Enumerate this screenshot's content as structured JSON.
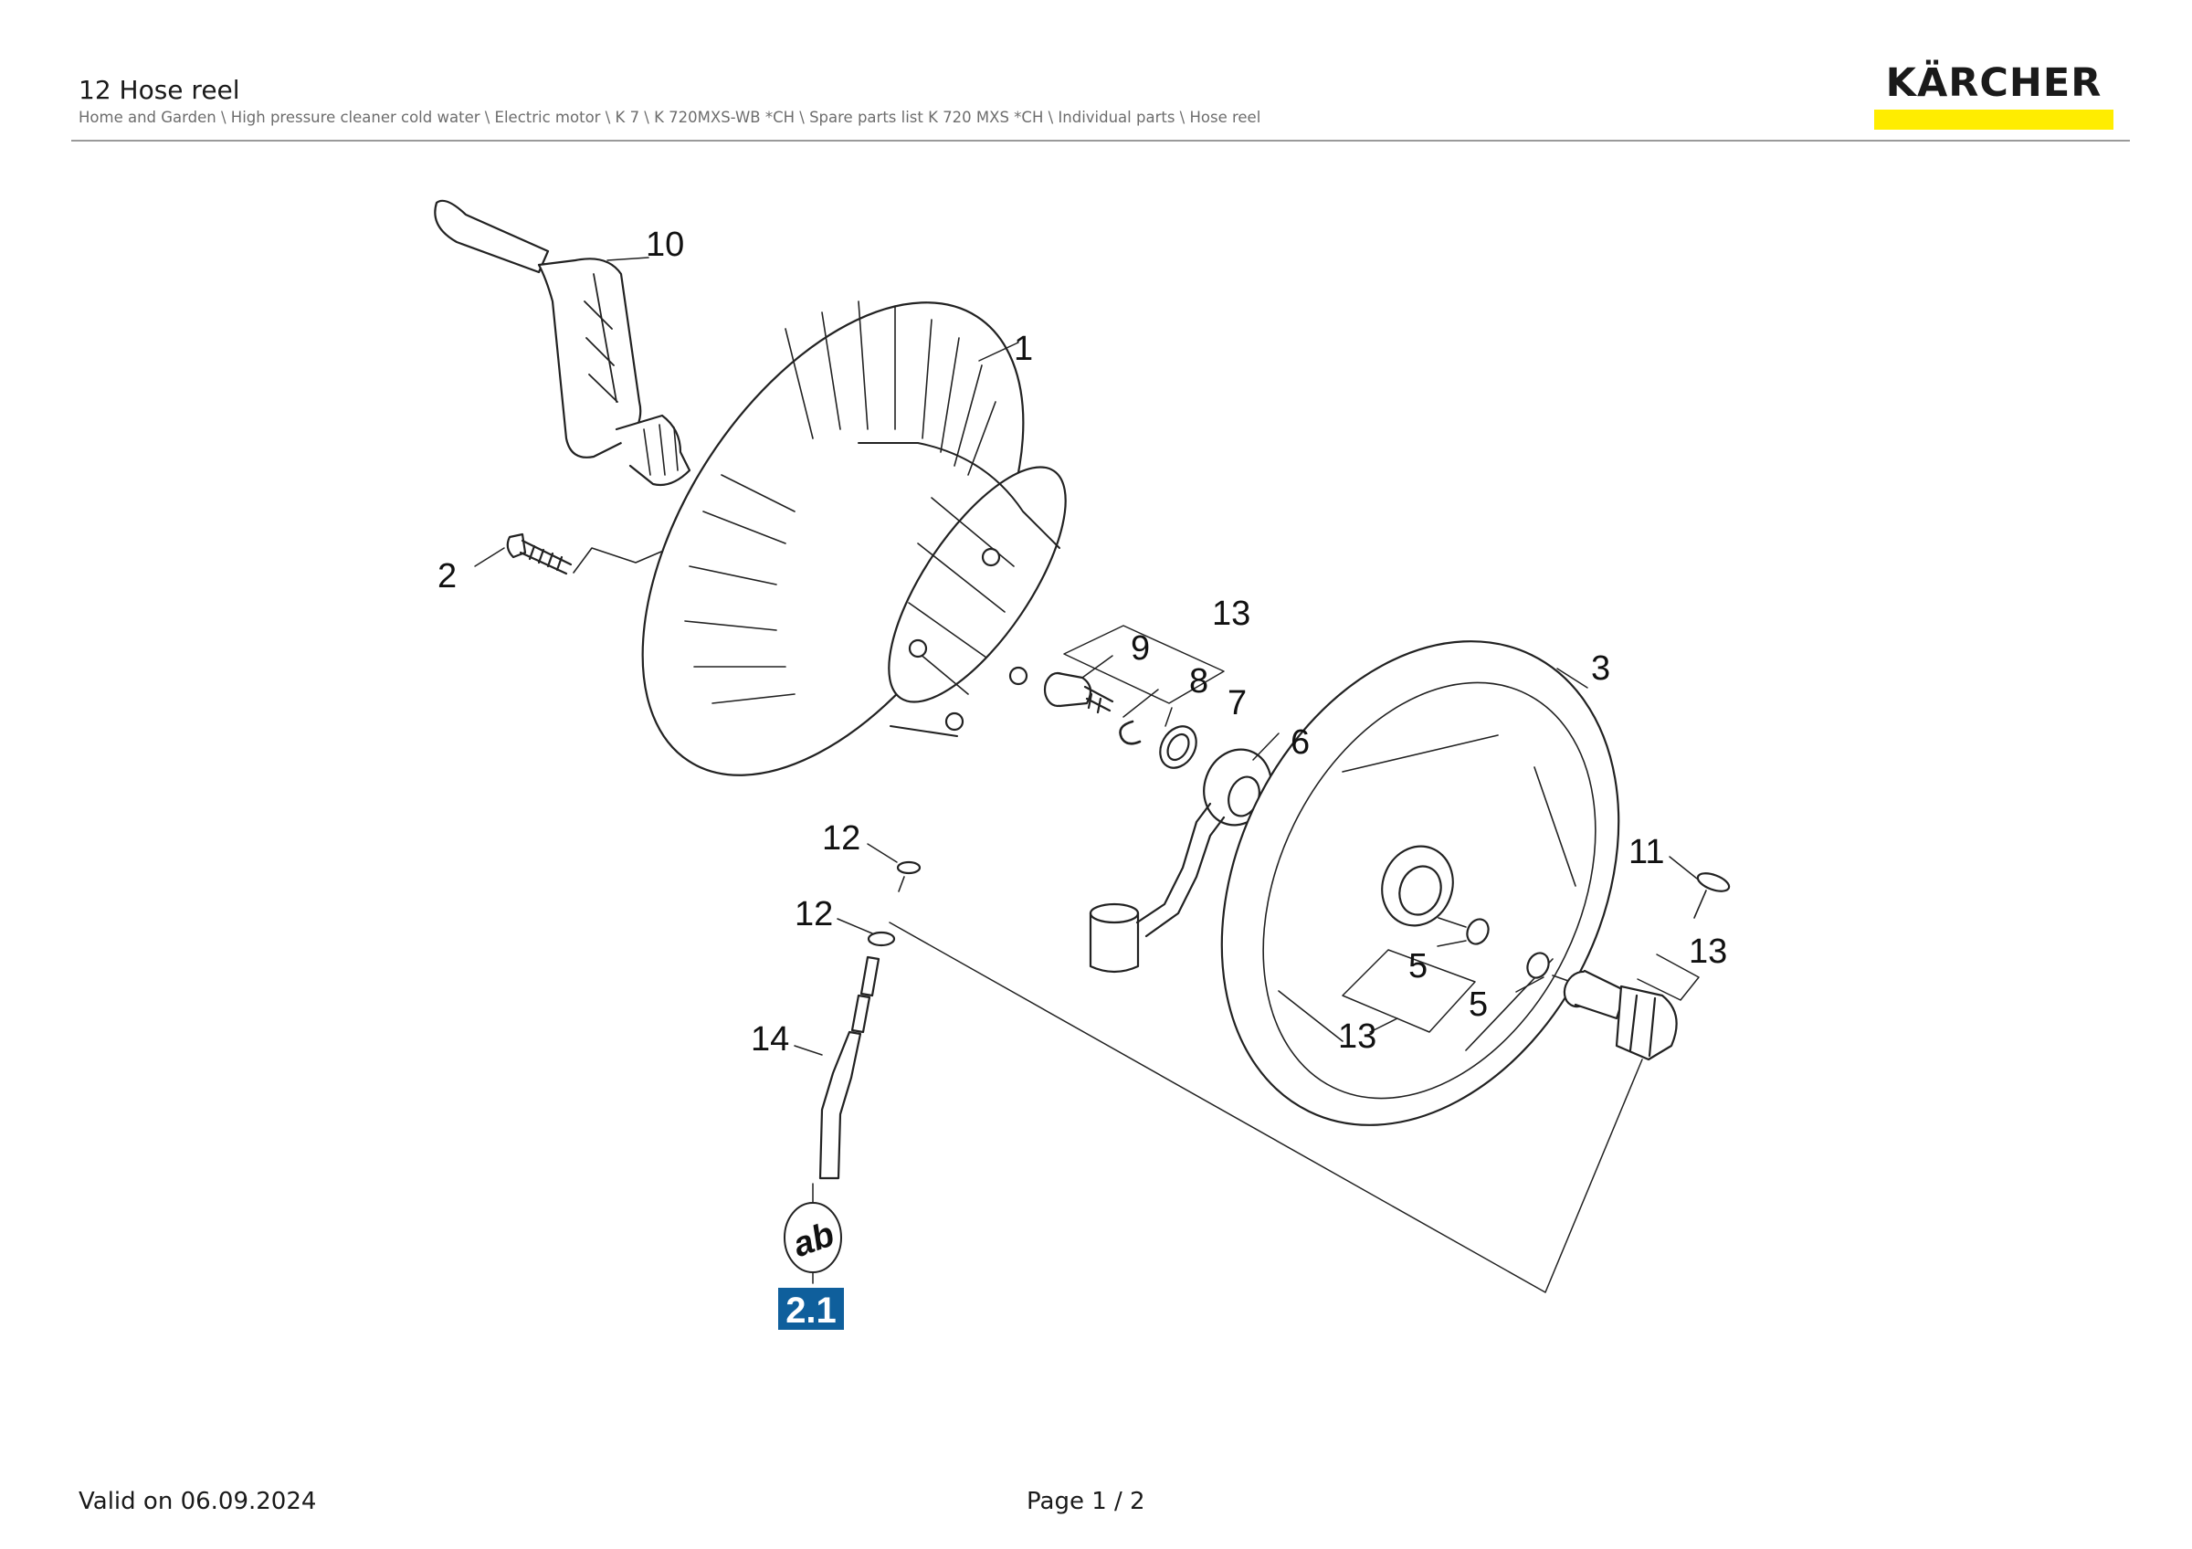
{
  "header": {
    "title": "12 Hose reel",
    "breadcrumb": "Home and Garden \\ High pressure cleaner cold water \\ Electric motor \\ K 7 \\ K 720MXS-WB *CH \\ Spare parts list K 720 MXS *CH \\ Individual parts \\ Hose reel",
    "logo_text": "KÄRCHER",
    "logo_bar_color": "#ffed00"
  },
  "drawing": {
    "callouts": {
      "c1": "1",
      "c2": "2",
      "c3": "3",
      "c5a": "5",
      "c5b": "5",
      "c6": "6",
      "c7": "7",
      "c8": "8",
      "c9": "9",
      "c10": "10",
      "c11": "11",
      "c12a": "12",
      "c12b": "12",
      "c13a": "13",
      "c13b": "13",
      "c13c": "13",
      "c14": "14"
    },
    "ab_symbol": "ab",
    "reference_badge": "2.1",
    "reference_badge_color": "#0f5f9c"
  },
  "footer": {
    "valid": "Valid on 06.09.2024",
    "page": "Page 1 / 2"
  }
}
